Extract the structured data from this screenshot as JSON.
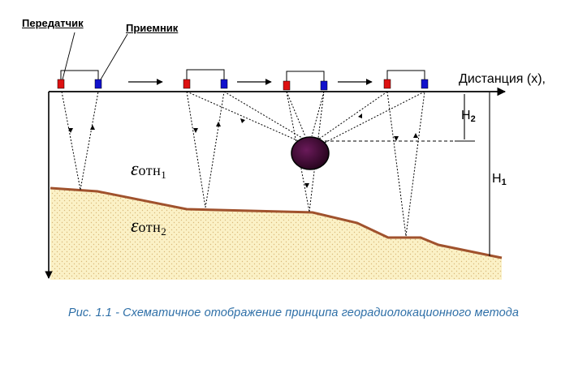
{
  "labels": {
    "transmitter": "Передатчик",
    "receiver": "Приемник",
    "distance_axis": "Дистанция (x),",
    "h2": "H",
    "h2_sub": "2",
    "h1": "H",
    "h1_sub": "1",
    "eps_layer1_symbol": "ε",
    "eps_layer1_text": "отн",
    "eps_layer1_sub": "1",
    "eps_layer2_symbol": "ε",
    "eps_layer2_text": "отн",
    "eps_layer2_sub": "2"
  },
  "caption": "Рис. 1.1 - Схематичное отображение принципа георадиолокационного метода",
  "colors": {
    "transmitter": "#dd1111",
    "receiver": "#1111cc",
    "soil_fill": "#fbf1c6",
    "soil_dots": "#d9b97a",
    "boundary": "#a0522d",
    "object": "#3a0a30",
    "caption": "#2e6fa7"
  }
}
